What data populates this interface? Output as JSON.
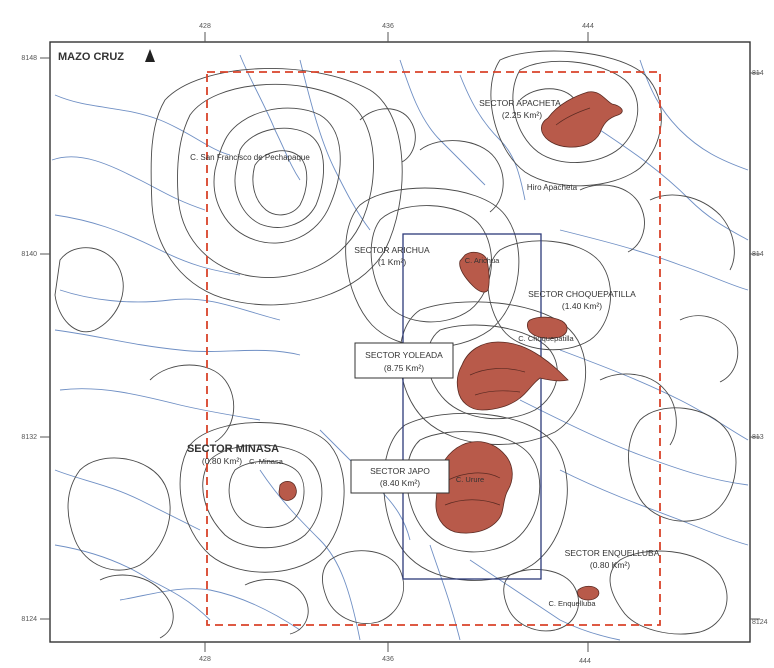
{
  "map_title": "MAZO CRUZ",
  "grid": {
    "x_top": [
      "428",
      "436",
      "444"
    ],
    "x_bottom": [
      "428",
      "436",
      "444"
    ],
    "y_left": [
      "8148",
      "8140",
      "8132",
      "8124"
    ],
    "y_right": [
      "814",
      "814",
      "813",
      "8124"
    ]
  },
  "sectors": {
    "apacheta": {
      "name": "SECTOR APACHETA",
      "area": "(2.25 Km²)"
    },
    "arichua": {
      "name": "SECTOR ARICHUA",
      "area": "(1 Km²)"
    },
    "choquepatilla": {
      "name": "SECTOR CHOQUEPATILLA",
      "area": "(1.40 Km²)"
    },
    "yoleada": {
      "name": "SECTOR YOLEADA",
      "area": "(8.75 Km²)"
    },
    "minasa": {
      "name": "SECTOR MINASA",
      "area": "(0.80 Km²)"
    },
    "japo": {
      "name": "SECTOR JAPO",
      "area": "(8.40 Km²)"
    },
    "enquelluba": {
      "name": "SECTOR ENQUELLUBA",
      "area": "(0.80 Km²)"
    }
  },
  "places": {
    "san_francisco": "C. San Francisco de Pechapaque",
    "hiro_apacheta": "Hiro Apacheta",
    "arichua": "C. Arichua",
    "choquepatilla": "C. Choquepatilla",
    "minasa": "C. Minasa",
    "ururo": "C. Urure",
    "enquelluba": "C. Enquelluba"
  },
  "colors": {
    "background": "#ffffff",
    "contour": "#4a4a4a",
    "river": "#6f8fc4",
    "deposit_fill": "#b85a4a",
    "boundary_dash": "#d9432a",
    "inner_box": "#2c3a7a"
  }
}
